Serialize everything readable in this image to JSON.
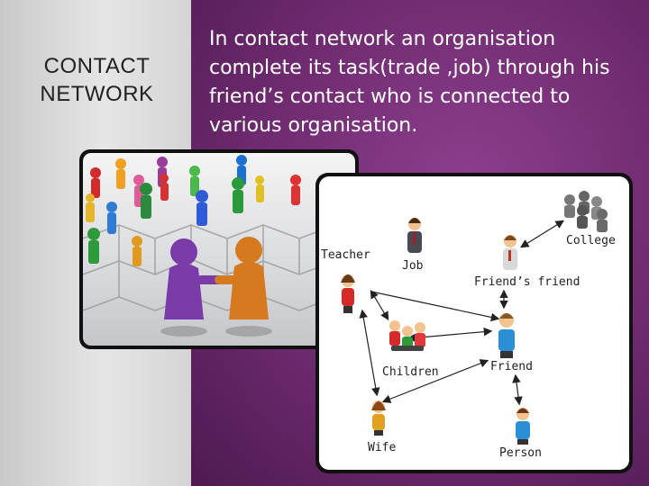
{
  "slide": {
    "title_line1": "CONTACT",
    "title_line2": "NETWORK",
    "body": "In contact network an organisation complete its task(trade ,job) through his friend’s contact who is connected to various organisation."
  },
  "diagram": {
    "labels": {
      "teacher": "Teacher",
      "job": "Job",
      "college": "College",
      "friends_friend": "Friend’s friend",
      "children": "Children",
      "friend": "Friend",
      "wife": "Wife",
      "person": "Person"
    }
  },
  "colors": {
    "accent_purple": "#6e2a6f",
    "left_panel_gray": "#d9d9d9"
  }
}
